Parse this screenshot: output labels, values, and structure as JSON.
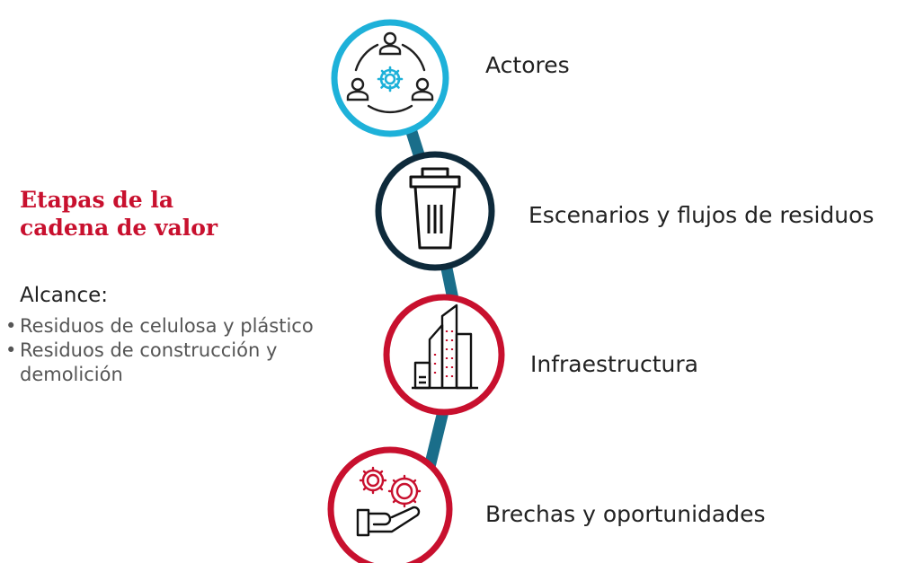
{
  "title": {
    "line1": "Etapas de la",
    "line2": "cadena de valor"
  },
  "scope": {
    "heading": "Alcance:",
    "items": [
      "Residuos de celulosa y plástico",
      "Residuos de construcción y demolición"
    ]
  },
  "stages": [
    {
      "label": "Actores",
      "icon": "people-gear-icon",
      "ring_color": "#1eb1d9"
    },
    {
      "label": "Escenarios y flujos de residuos",
      "icon": "trash-can-icon",
      "ring_color": "#0e2a3b"
    },
    {
      "label": "Infraestructura",
      "icon": "buildings-icon",
      "ring_color": "#c8102e"
    },
    {
      "label": "Brechas y oportunidades",
      "icon": "hand-gears-icon",
      "ring_color": "#c8102e"
    }
  ],
  "colors": {
    "connector": "#1a6e8a",
    "title": "#c8102e",
    "icon_stroke": "#1f1f1f",
    "accent_blue": "#1eb1d9",
    "accent_red": "#c8102e"
  }
}
